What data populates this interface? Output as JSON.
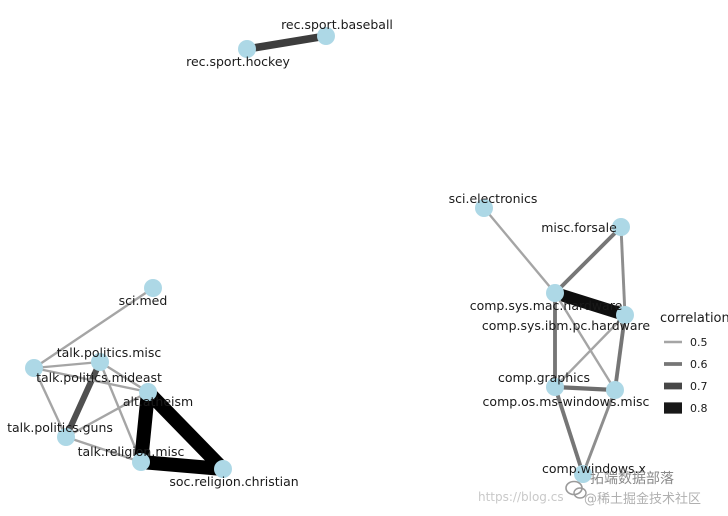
{
  "nodes": [
    {
      "id": "baseball",
      "label": "rec.sport.baseball"
    },
    {
      "id": "hockey",
      "label": "rec.sport.hockey"
    },
    {
      "id": "electronics",
      "label": "sci.electronics"
    },
    {
      "id": "forsale",
      "label": "misc.forsale"
    },
    {
      "id": "mac",
      "label": "comp.sys.mac.hardware"
    },
    {
      "id": "ibm",
      "label": "comp.sys.ibm.pc.hardware"
    },
    {
      "id": "graphics",
      "label": "comp.graphics"
    },
    {
      "id": "mswin",
      "label": "comp.os.ms-windows.misc"
    },
    {
      "id": "windowsx",
      "label": "comp.windows.x"
    },
    {
      "id": "med",
      "label": "sci.med"
    },
    {
      "id": "polmisc",
      "label": "talk.politics.misc"
    },
    {
      "id": "mideast",
      "label": "talk.politics.mideast"
    },
    {
      "id": "guns",
      "label": "talk.politics.guns"
    },
    {
      "id": "atheism",
      "label": "alt.atheism"
    },
    {
      "id": "relmisc",
      "label": "talk.religion.misc"
    },
    {
      "id": "christian",
      "label": "soc.religion.christian"
    }
  ],
  "edges": [
    {
      "source": "hockey",
      "target": "baseball",
      "correlation": 0.72
    },
    {
      "source": "electronics",
      "target": "mac",
      "correlation": 0.5
    },
    {
      "source": "forsale",
      "target": "mac",
      "correlation": 0.6
    },
    {
      "source": "forsale",
      "target": "ibm",
      "correlation": 0.55
    },
    {
      "source": "mac",
      "target": "ibm",
      "correlation": 0.82
    },
    {
      "source": "mac",
      "target": "graphics",
      "correlation": 0.6
    },
    {
      "source": "mac",
      "target": "mswin",
      "correlation": 0.5
    },
    {
      "source": "ibm",
      "target": "graphics",
      "correlation": 0.5
    },
    {
      "source": "ibm",
      "target": "mswin",
      "correlation": 0.6
    },
    {
      "source": "graphics",
      "target": "mswin",
      "correlation": 0.62
    },
    {
      "source": "graphics",
      "target": "windowsx",
      "correlation": 0.6
    },
    {
      "source": "mswin",
      "target": "windowsx",
      "correlation": 0.55
    },
    {
      "source": "med",
      "target": "mideast",
      "correlation": 0.5
    },
    {
      "source": "polmisc",
      "target": "guns",
      "correlation": 0.68
    },
    {
      "source": "polmisc",
      "target": "mideast",
      "correlation": 0.5
    },
    {
      "source": "polmisc",
      "target": "atheism",
      "correlation": 0.5
    },
    {
      "source": "polmisc",
      "target": "relmisc",
      "correlation": 0.5
    },
    {
      "source": "mideast",
      "target": "guns",
      "correlation": 0.5
    },
    {
      "source": "mideast",
      "target": "atheism",
      "correlation": 0.5
    },
    {
      "source": "guns",
      "target": "relmisc",
      "correlation": 0.5
    },
    {
      "source": "atheism",
      "target": "relmisc",
      "correlation": 0.85
    },
    {
      "source": "atheism",
      "target": "christian",
      "correlation": 0.85
    },
    {
      "source": "relmisc",
      "target": "christian",
      "correlation": 0.85
    },
    {
      "source": "guns",
      "target": "atheism",
      "correlation": 0.5
    }
  ],
  "legend": {
    "title": "correlation",
    "items": [
      {
        "label": "0.5",
        "value": 0.5
      },
      {
        "label": "0.6",
        "value": 0.6
      },
      {
        "label": "0.7",
        "value": 0.7
      },
      {
        "label": "0.8",
        "value": 0.8
      }
    ]
  },
  "colors": {
    "node": "#add8e6",
    "edge_low": "#bdbdbd",
    "edge_high": "#000000",
    "label": "#1a1a1a",
    "background": "#ffffff"
  },
  "watermark": {
    "url_text": "https://blog.cs",
    "badge_text": "拓端数据部落",
    "overlay_text": "@稀土掘金技术社区"
  }
}
